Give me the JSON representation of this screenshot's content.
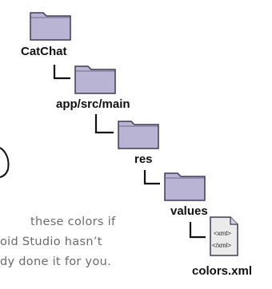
{
  "tree": {
    "root": {
      "label": "CatChat",
      "icon": "folder-icon"
    },
    "level1": {
      "label": "app/src/main",
      "icon": "folder-icon"
    },
    "level2": {
      "label": "res",
      "icon": "folder-icon"
    },
    "level3": {
      "label": "values",
      "icon": "folder-icon"
    },
    "file": {
      "label": "colors.xml",
      "icon": "xml-file-icon",
      "tag_open": "<xml>",
      "tag_close": "</xml>"
    }
  },
  "annotation": {
    "lines": [
      "these colors if",
      "oid Studio hasn’t",
      "dy done it for you."
    ]
  },
  "colors": {
    "folder_fill": "#b9b3d4",
    "folder_stroke": "#3f3a55",
    "connector": "#111111",
    "note_text": "#6b6b6b"
  }
}
